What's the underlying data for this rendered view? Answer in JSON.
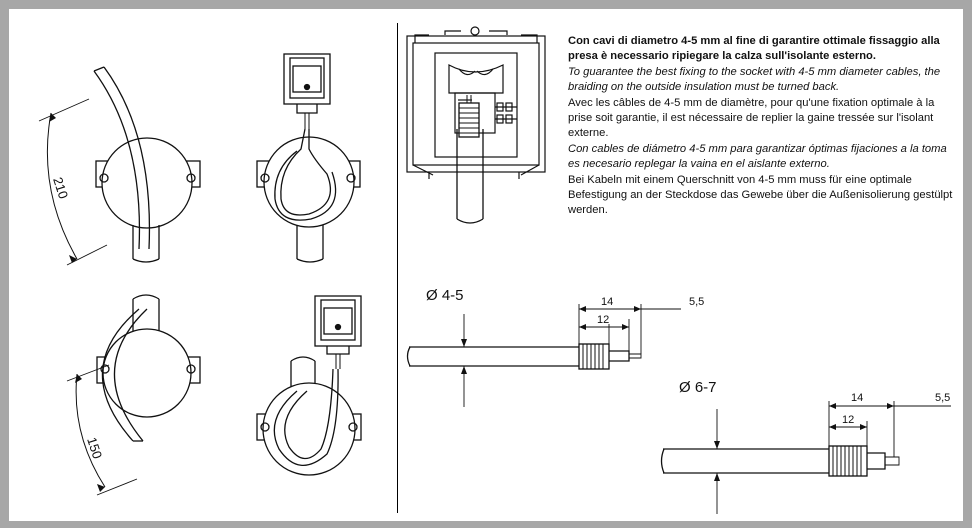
{
  "instructions": {
    "it": "Con cavi di diametro 4-5 mm al fine di garantire ottimale fissaggio alla presa è necessario ripiegare la calza sull'isolante esterno.",
    "en": "To guarantee the best fixing to the socket with 4-5 mm diameter cables, the braiding on the outside insulation must be turned back.",
    "fr": "Avec les câbles de 4-5 mm de diamètre, pour qu'une fixation optimale à la prise soit garantie, il est nécessaire de replier la gaine tressée sur l'isolant externe.",
    "es": "Con cables de diámetro 4-5 mm para garantizar óptimas fijaciones a la toma es necesario replegar la vaina en el aislante externo.",
    "de": "Bei Kabeln mit einem Querschnitt von 4-5 mm muss für eine optimale Befestigung an der Steckdose das Gewebe über die Außenisolierung gestülpt werden."
  },
  "dimensions": {
    "loop_top": "210",
    "loop_bottom": "150"
  },
  "cable_small": {
    "diameter": "Ø 4-5",
    "dim_a": "14",
    "dim_b": "12",
    "dim_c": "5,5"
  },
  "cable_large": {
    "diameter": "Ø 6-7",
    "dim_a": "14",
    "dim_b": "12",
    "dim_c": "5,5"
  }
}
